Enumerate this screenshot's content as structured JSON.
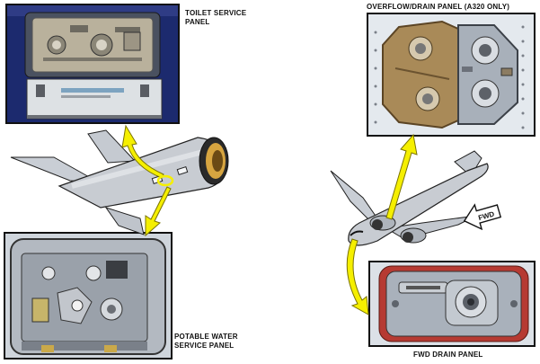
{
  "captions": {
    "toilet_line1": "TOILET SERVICE",
    "toilet_line2": "PANEL",
    "overflow": "OVERFLOW/DRAIN PANEL (A320 ONLY)",
    "potable_line1": "POTABLE WATER",
    "potable_line2": "SERVICE PANEL",
    "fwd_drain": "FWD DRAIN PANEL"
  },
  "fwd_arrow_label": "FWD",
  "colors": {
    "pointer_arrow": "#f5ef00",
    "pointer_outline": "#7a7300",
    "fuselage": "#c8ccd2",
    "panel_gray": "#9aa4b2",
    "photo_blue": "#1c2a6e"
  }
}
